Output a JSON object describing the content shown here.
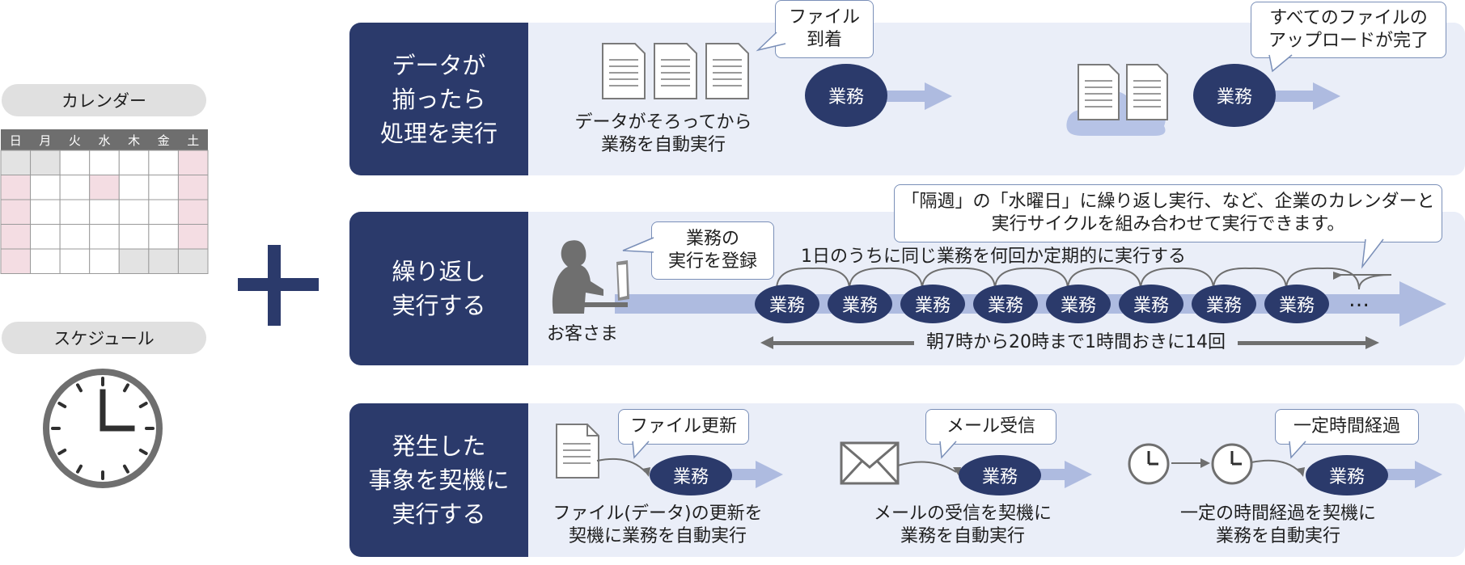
{
  "left_panel": {
    "calendar_label": "カレンダー",
    "weekdays": [
      "日",
      "月",
      "火",
      "水",
      "木",
      "金",
      "土"
    ],
    "schedule_label": "スケジュール"
  },
  "rows": [
    {
      "label": [
        "データが",
        "揃ったら",
        "処理を実行"
      ],
      "caption": [
        "データがそろってから",
        "業務を自動実行"
      ],
      "bubble_file_arrival": [
        "ファイル",
        "到着"
      ],
      "bubble_all_upload": [
        "すべてのファイルの",
        "アップロードが完了"
      ],
      "task": "業務"
    },
    {
      "label": [
        "繰り返し",
        "実行する"
      ],
      "bubble_register": [
        "業務の",
        "実行を登録"
      ],
      "bubble_note": [
        "「隔週」の「水曜日」に繰り返し実行、など、企業のカレンダーと",
        "実行サイクルを組み合わせて実行できます。"
      ],
      "periodic_text": "1日のうちに同じ業務を何回か定期的に実行する",
      "customer": "お客さま",
      "tasks": [
        "業務",
        "業務",
        "業務",
        "業務",
        "業務",
        "業務",
        "業務",
        "業務"
      ],
      "ellipsis": "…",
      "schedule_text": "朝7時から20時まで1時間おきに14回"
    },
    {
      "label": [
        "発生した",
        "事象を契機に",
        "実行する"
      ],
      "triggers": [
        {
          "bubble": "ファイル更新",
          "task": "業務",
          "caption": [
            "ファイル(データ)の更新を",
            "契機に業務を自動実行"
          ]
        },
        {
          "bubble": "メール受信",
          "task": "業務",
          "caption": [
            "メールの受信を契機に",
            "業務を自動実行"
          ]
        },
        {
          "bubble": "一定時間経過",
          "task": "業務",
          "caption": [
            "一定の時間経過を契機に",
            "業務を自動実行"
          ]
        }
      ]
    }
  ],
  "colors": {
    "navy": "#2b3a6b",
    "row_bg": "#eaeef8",
    "arrow": "#aebbe0",
    "holiday": "#f4dde3",
    "grey_cell": "#e3e3e3"
  }
}
